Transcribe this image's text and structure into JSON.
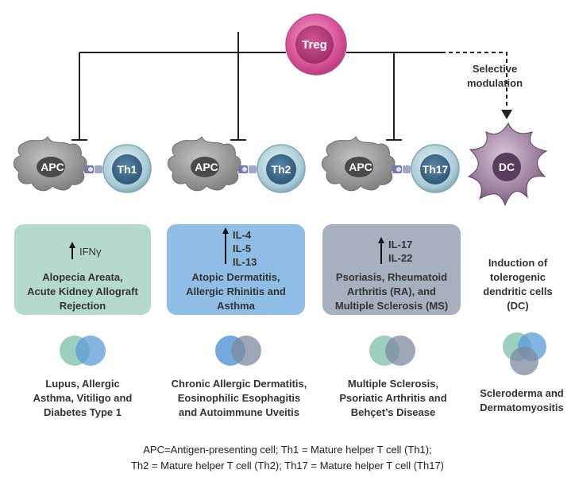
{
  "treg": {
    "label": "Treg"
  },
  "selective": {
    "line1": "Selective",
    "line2": "modulation"
  },
  "pairs": [
    {
      "apc": "APC",
      "t": "Th1"
    },
    {
      "apc": "APC",
      "t": "Th2"
    },
    {
      "apc": "APC",
      "t": "Th17"
    }
  ],
  "dc": {
    "label": "DC"
  },
  "boxes": [
    {
      "cytokines": [
        "IFNγ"
      ],
      "disease": [
        "Alopecia Areata,",
        "Acute Kidney Allograft",
        "Rejection"
      ],
      "color": "#b5d9cc"
    },
    {
      "cytokines": [
        "IL-4",
        "IL-5",
        "IL-13"
      ],
      "disease": [
        "Atopic Dermatitis,",
        "Allergic Rhinitis and",
        "Asthma"
      ],
      "color": "#8fbde6"
    },
    {
      "cytokines": [
        "IL-17",
        "IL-22"
      ],
      "disease": [
        "Psoriasis, Rheumatoid",
        "Arthritis (RA), and",
        "Multiple Sclerosis (MS)"
      ],
      "color": "#a7b0bf"
    }
  ],
  "dc_text": [
    "Induction of",
    "tolerogenic",
    "dendritic cells",
    "(DC)"
  ],
  "overlaps": [
    [
      "Lupus, Allergic",
      "Asthma, Vitiligo and",
      "Diabetes Type 1"
    ],
    [
      "Chronic Allergic Dermatitis,",
      "Eosinophilic Esophagitis",
      "and Autoimmune Uveitis"
    ],
    [
      "Multiple Sclerosis,",
      "Psoriatic Arthritis and",
      "Behçet’s Disease"
    ],
    [
      "Scleroderma and",
      "Dermatomyositis"
    ]
  ],
  "legend": {
    "line1": "APC=Antigen-presenting cell;   Th1 = Mature helper T cell (Th1);",
    "line2": "Th2 = Mature helper T cell (Th2);   Th17 = Mature helper T cell (Th17)"
  },
  "colors": {
    "treg": "#d9559a",
    "apc": "#8f8f8f",
    "dc": "#7a5a7e",
    "th": "#9cc3cf",
    "teal": "#8cc7b5",
    "blue": "#5b9bd8",
    "slate": "#7e8a9e"
  }
}
